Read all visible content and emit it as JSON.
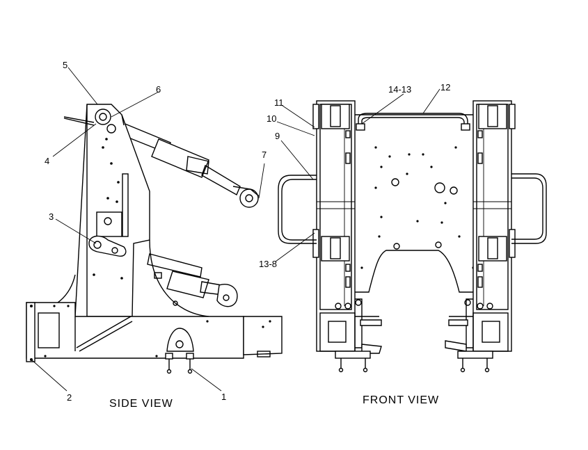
{
  "callouts": {
    "c1": "1",
    "c2": "2",
    "c3": "3",
    "c4": "4",
    "c5": "5",
    "c6": "6",
    "c7": "7",
    "c8": "13-8",
    "c9": "9",
    "c10": "10",
    "c11": "11",
    "c12": "12",
    "c13": "14-13"
  },
  "captions": {
    "side": "SIDE VIEW",
    "front": "FRONT VIEW"
  }
}
